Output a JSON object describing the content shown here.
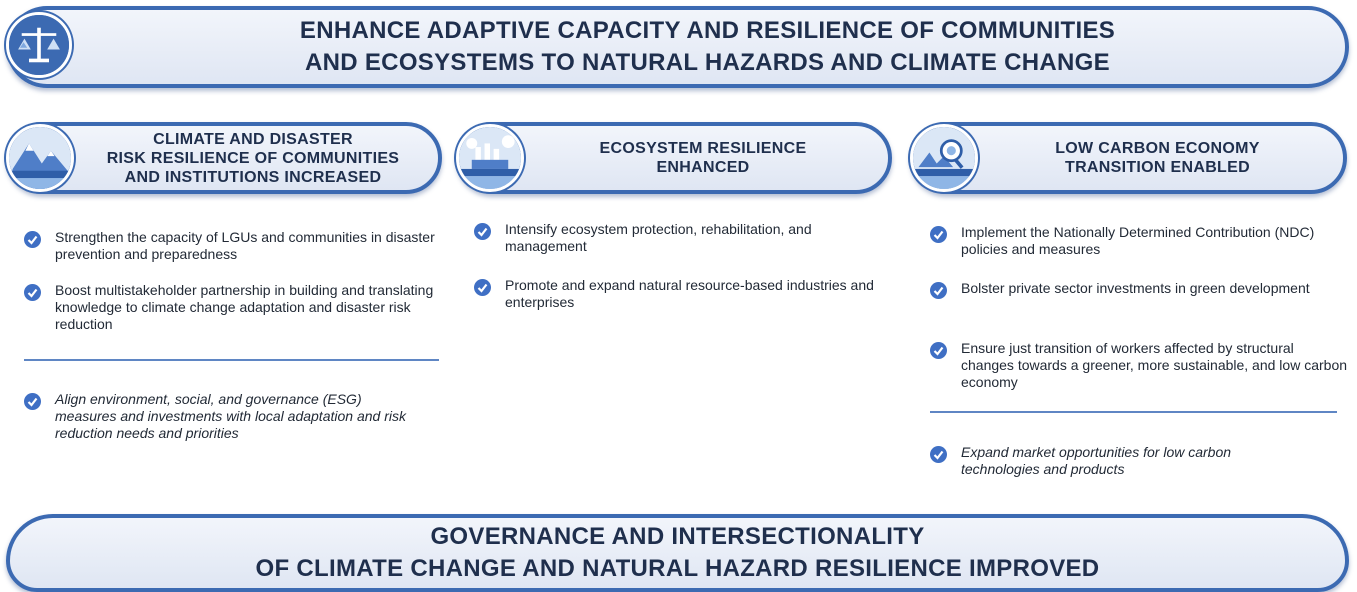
{
  "top_banner": {
    "line1": "ENHANCE ADAPTIVE CAPACITY AND RESILIENCE OF COMMUNITIES",
    "line2": "AND ECOSYSTEMS TO NATURAL HAZARDS AND CLIMATE CHANGE",
    "icon": "balance-scale-icon"
  },
  "columns": [
    {
      "icon": "mountain-landscape-icon",
      "title_lines": [
        "CLIMATE AND DISASTER",
        "RISK RESILIENCE OF COMMUNITIES",
        "AND INSTITUTIONS INCREASED"
      ],
      "items": [
        "Strengthen the capacity of LGUs and communities in disaster prevention and preparedness",
        "Boost multistakeholder partnership in building and translating knowledge to climate change adaptation and disaster risk reduction"
      ],
      "extra_items": [
        "Align environment, social,  and governance (ESG) measures and investments with local adaptation and risk reduction needs and priorities"
      ]
    },
    {
      "icon": "industry-ecosystem-icon",
      "title_lines": [
        "ECOSYSTEM RESILIENCE",
        "ENHANCED"
      ],
      "items": [
        "Intensify ecosystem protection, rehabilitation, and management",
        "Promote and expand natural resource-based industries and enterprises"
      ],
      "extra_items": []
    },
    {
      "icon": "globe-magnifier-icon",
      "title_lines": [
        "LOW CARBON ECONOMY",
        "TRANSITION ENABLED"
      ],
      "items": [
        "Implement the Nationally Determined Contribution (NDC) policies and measures",
        "Bolster private sector investments in green development",
        "Ensure just transition of workers affected by structural changes towards a greener, more sustainable, and low carbon economy"
      ],
      "extra_items": [
        "Expand market opportunities for low carbon technologies and products"
      ]
    }
  ],
  "bottom_banner": {
    "line1": "GOVERNANCE AND INTERSECTIONALITY",
    "line2": "OF CLIMATE CHANGE AND NATURAL HAZARD RESILIENCE IMPROVED"
  },
  "colors": {
    "accent": "#3c6ab2",
    "check": "#3f6fc4",
    "pill_fill": "#e6ecf6",
    "title_text": "#1f2f4d"
  }
}
